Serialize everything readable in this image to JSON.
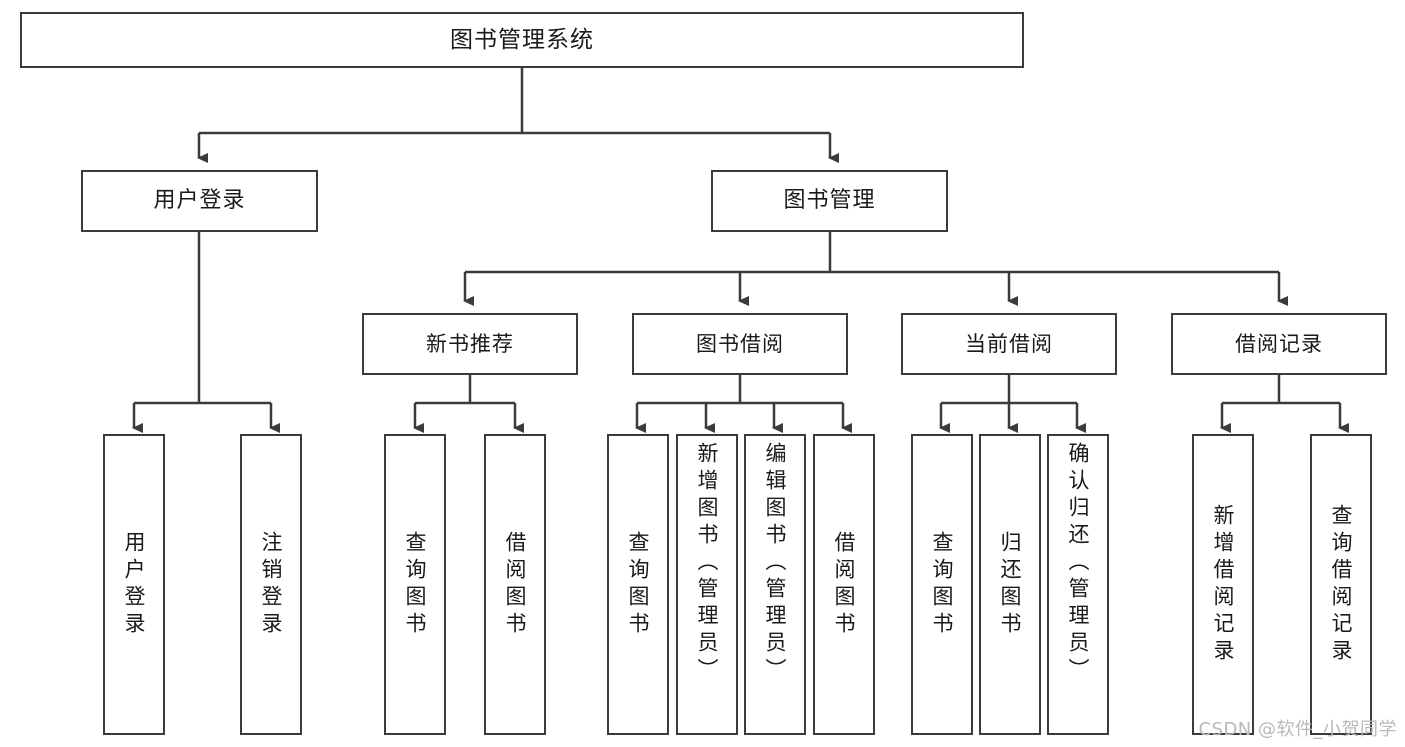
{
  "diagram": {
    "title": "图书管理系统",
    "type": "tree",
    "watermark": "CSDN @软件_小贺同学",
    "colors": {
      "box_border": "#3b3b3b",
      "box_fill": "#ffffff",
      "connector": "#3b3b3b",
      "text": "#1a1a1a",
      "watermark": "#b9b9b9"
    },
    "root": {
      "label": "图书管理系统"
    },
    "level2": [
      {
        "label": "用户登录"
      },
      {
        "label": "图书管理"
      }
    ],
    "level3": [
      {
        "label": "新书推荐"
      },
      {
        "label": "图书借阅"
      },
      {
        "label": "当前借阅"
      },
      {
        "label": "借阅记录"
      }
    ],
    "leaves": {
      "user_login": [
        {
          "label": "用户登录"
        },
        {
          "label": "注销登录"
        }
      ],
      "new_book": [
        {
          "label": "查询图书"
        },
        {
          "label": "借阅图书"
        }
      ],
      "book_borrow": [
        {
          "label": "查询图书"
        },
        {
          "label": "新增图书（管理员）"
        },
        {
          "label": "编辑图书（管理员）"
        },
        {
          "label": "借阅图书"
        }
      ],
      "current_borrow": [
        {
          "label": "查询图书"
        },
        {
          "label": "归还图书"
        },
        {
          "label": "确认归还（管理员）"
        }
      ],
      "borrow_record": [
        {
          "label": "新增借阅记录"
        },
        {
          "label": "查询借阅记录"
        }
      ]
    }
  }
}
